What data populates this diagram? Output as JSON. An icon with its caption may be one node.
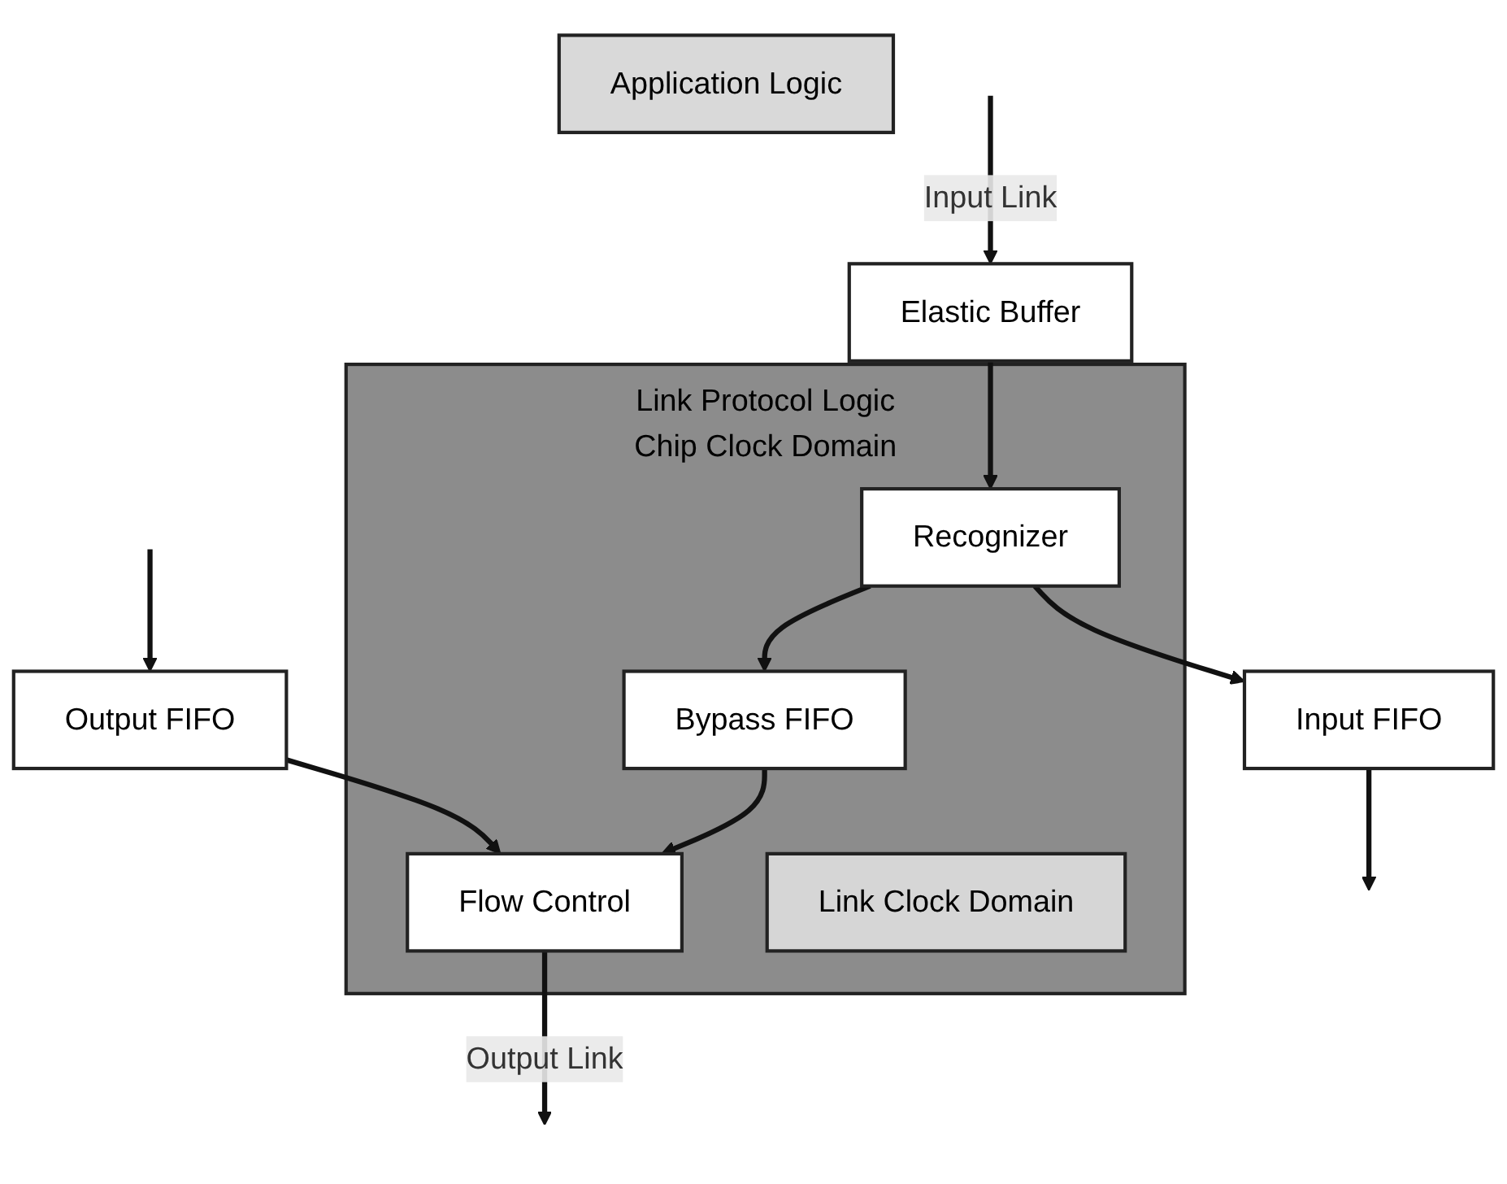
{
  "diagram": {
    "nodes": [
      {
        "text": [
          "Application Logic"
        ]
      },
      {
        "text": [
          "Link Protocol Logic",
          "Chip Clock Domain"
        ]
      },
      {
        "text": [
          "Output FIFO"
        ]
      },
      {
        "text": [
          "Input FIFO"
        ]
      },
      {
        "text": [
          "Bypass FIFO"
        ],
        "in": 1
      },
      {
        "text": [
          "Recognizer"
        ],
        "in": 1
      },
      {
        "text": [
          "Flow Control"
        ],
        "in": 1
      },
      {
        "text": [
          "Elastic Buffer"
        ]
      },
      {
        "text": [
          "Link Clock Domain"
        ],
        "in": 1
      }
    ],
    "edges": [
      {
        "from": null,
        "to": 2,
        "arrow": "to"
      },
      {
        "from": 3,
        "to": null,
        "arrow": "to"
      },
      {
        "from": 2,
        "to": 6,
        "arrow": "to"
      },
      {
        "from": 4,
        "to": 6,
        "arrow": "to"
      },
      {
        "from": 5,
        "to": 4,
        "arrow": "to"
      },
      {
        "from": 5,
        "to": 3,
        "arrow": "to"
      },
      {
        "from": 7,
        "to": 5,
        "arrow": "to"
      },
      {
        "from": null,
        "to": 7,
        "arrow": "to",
        "label": "Input Link"
      },
      {
        "from": 6,
        "to": null,
        "arrow": "to",
        "label": "Output Link"
      }
    ]
  }
}
